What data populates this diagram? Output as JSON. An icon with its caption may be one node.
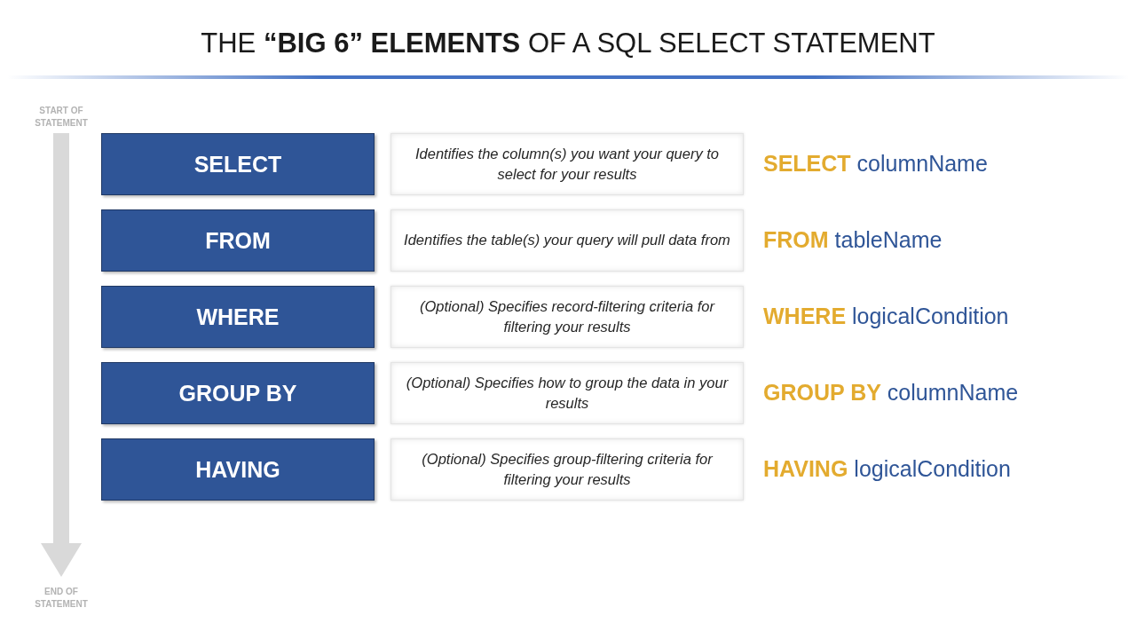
{
  "diagram": {
    "title": "THE **“BIG 6” ELEMENTS** OF A SQL SELECT STATEMENT",
    "nodes": [
      {
        "text": [
          "SELECT"
        ]
      },
      {
        "text": [
          "Identifies the column(s) you want your query to select for your results"
        ]
      },
      {
        "text": [
          "FROM"
        ]
      },
      {
        "text": [
          "Identifies the table(s) your query will pull data from"
        ]
      },
      {
        "text": [
          "WHERE"
        ]
      },
      {
        "text": [
          "(Optional) Specifies record-filtering criteria for filtering your results"
        ]
      },
      {
        "text": [
          "GROUP BY"
        ]
      },
      {
        "text": [
          "(Optional) Specifies how to group the data in your results"
        ]
      },
      {
        "text": [
          "HAVING"
        ]
      },
      {
        "text": [
          "(Optional) Specifies group-filtering criteria for filtering your results"
        ]
      }
    ],
    "labels": [
      "START OF STATEMENT",
      "**SELECT** columnName",
      "**FROM** tableName",
      "**WHERE** logicalCondition",
      "**GROUP BY** columnName",
      "**HAVING** logicalCondition",
      "END OF STATEMENT"
    ]
  }
}
